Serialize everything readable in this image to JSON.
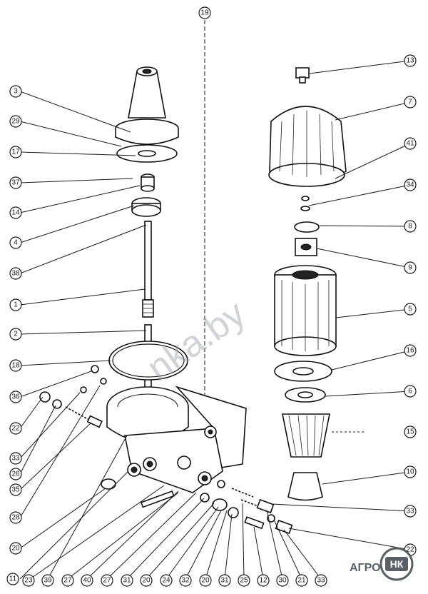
{
  "diagram": {
    "callouts_left": [
      "3",
      "29",
      "17",
      "37",
      "14",
      "4",
      "38",
      "1",
      "2",
      "18",
      "36",
      "22",
      "33",
      "26",
      "35",
      "28",
      "20",
      "11"
    ],
    "callouts_right": [
      "13",
      "7",
      "41",
      "34",
      "8",
      "9",
      "5",
      "16",
      "6",
      "15",
      "10",
      "33",
      "22"
    ],
    "callouts_bottom": [
      "23",
      "39",
      "27",
      "40",
      "27",
      "31",
      "20",
      "24",
      "32",
      "20",
      "31",
      "25",
      "12",
      "30",
      "21",
      "33"
    ],
    "callout_top": "19"
  },
  "watermark": "nka.by",
  "logo": {
    "text": "АГРО",
    "badge": "НК",
    "accent_color": "#5a5f66"
  }
}
